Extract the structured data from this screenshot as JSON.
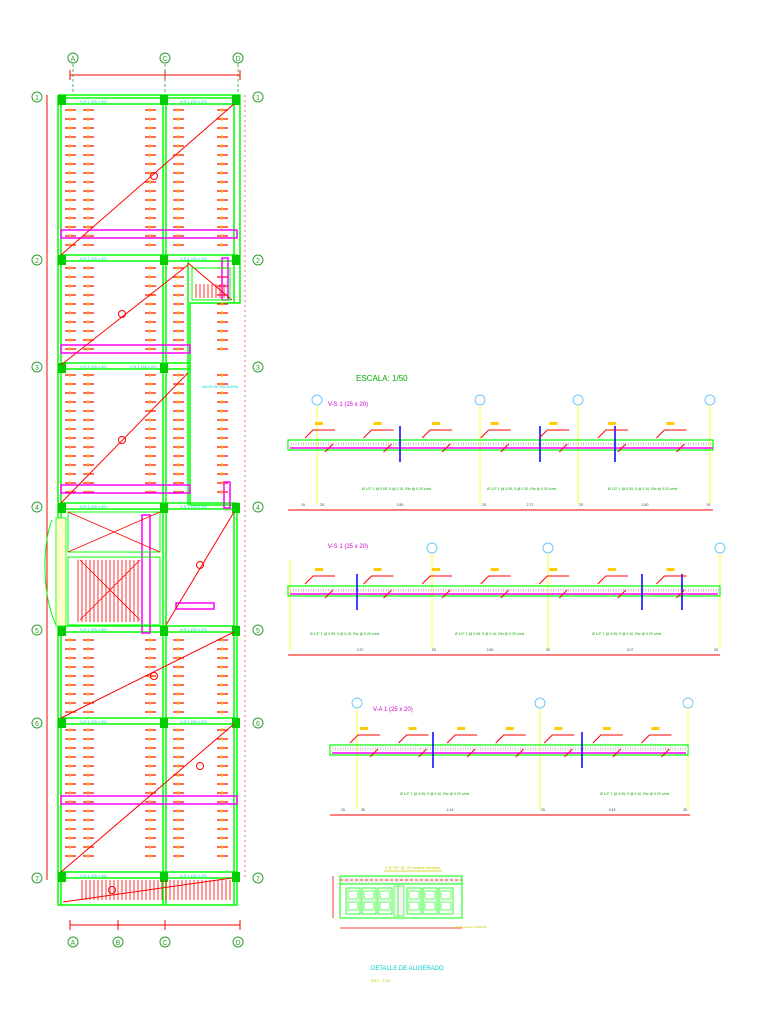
{
  "colors": {
    "background": "#ffffff",
    "beam_outline": "#00ff00",
    "axis_circle": "#2e9d2e",
    "dimension_line": "#ff0000",
    "rebar": "#ff0000",
    "rebar_alt": "#ffcc00",
    "purple_beam": "#ff00ff",
    "cyan_text": "#00cccc",
    "magenta_text": "#cc00cc",
    "column_blue": "#0000ff",
    "vertical_guide": "#ffff00",
    "slab_hatch": "#cccccc"
  },
  "plan": {
    "axes_top": [
      "A",
      "C",
      "D"
    ],
    "axes_bottom": [
      "A",
      "B",
      "C",
      "D"
    ],
    "axes_rows": [
      "1",
      "2",
      "3",
      "4",
      "5",
      "6",
      "7"
    ],
    "beam_labels": [
      "V-S 1 (25 x 20)",
      "V-S 1 (25 x 20)",
      "V-S 1 (25 x 20)",
      "V-S 1 (25 x 20)",
      "V-S 1 (25 x 20)",
      "V-S 1 (25 x 20)",
      "V-S 1 (25 x 20)"
    ],
    "stair_note": "VACIO DE ESCALERA"
  },
  "scale_header": "ESCALA: 1/50",
  "elevations": [
    {
      "title": "V-S 1 (25 x 20)",
      "note": "Ø 1/2\" 1 @ 0.05, 5 @ 0.10, Rto @ 0.20 c/ext",
      "dims": [
        "15",
        "25",
        "2.80",
        "25",
        "2.72",
        "25",
        "2.80",
        "15"
      ]
    },
    {
      "title": "V-S 1 (25 x 20)",
      "note": "Ø 1/2\" 1 @ 0.05, 5 @ 0.10, Rto @ 0.20 c/ext",
      "dims": [
        "3.37",
        "25",
        "2.80",
        "25",
        "3.07",
        "25"
      ]
    },
    {
      "title": "V-A 1 (25 x 20)",
      "note": "Ø 1/2\" 1 @ 0.05, 5 @ 0.10, Rto @ 0.20 c/ext",
      "dims": [
        "15",
        "25",
        "4.15",
        "25",
        "3.45",
        "25"
      ]
    }
  ],
  "detail": {
    "header": "1 Ø 3/8\" @ .25 ambos sentidos",
    "side_note": "Ladrillo hueco 15x30x30",
    "title": "DETALLE DE ALIGERADO",
    "scale": "ESC : 1/10"
  }
}
